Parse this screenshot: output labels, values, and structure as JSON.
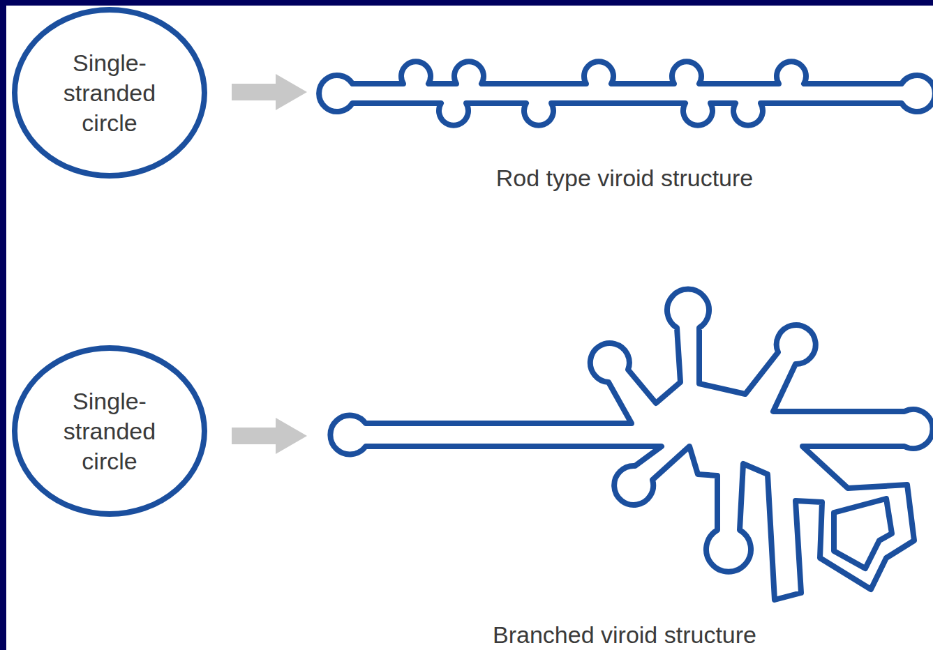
{
  "diagram": {
    "nodes": [
      {
        "text": [
          "Single- stranded circle"
        ]
      },
      {
        "text": [
          "Single- stranded circle"
        ]
      }
    ],
    "labels": [
      "Rod type viroid structure",
      "Branched viroid structure"
    ]
  }
}
